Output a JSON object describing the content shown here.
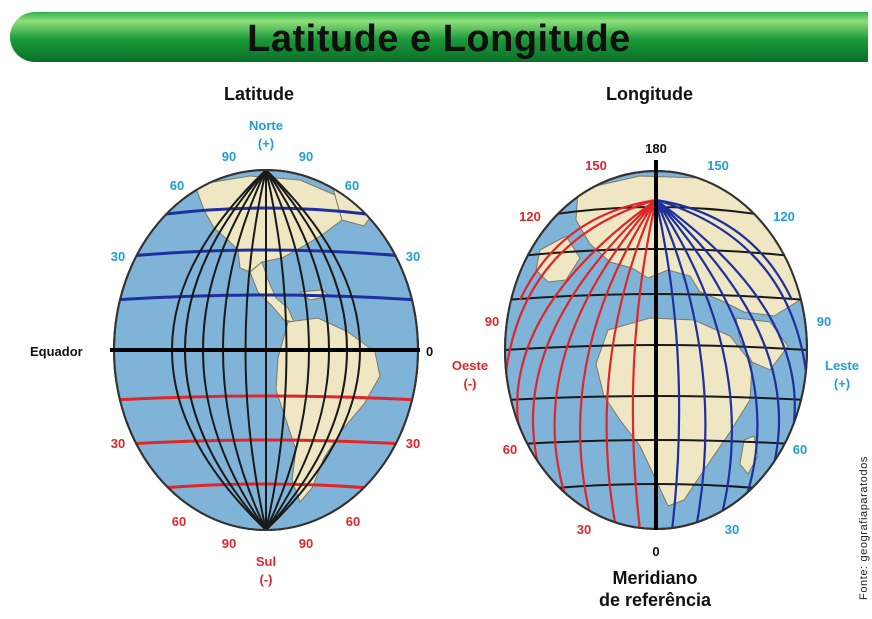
{
  "title": "Latitude e Longitude",
  "latitude": {
    "heading": "Latitude",
    "north_label": "Norte",
    "north_sign": "(+)",
    "south_label": "Sul",
    "south_sign": "(-)",
    "equator_label": "Equador",
    "equator_value": "0",
    "north_labels": [
      "90",
      "90",
      "60",
      "60",
      "30",
      "30"
    ],
    "south_labels": [
      "30",
      "30",
      "60",
      "60",
      "90",
      "90"
    ]
  },
  "longitude": {
    "heading": "Longitude",
    "top_value": "180",
    "bottom_value": "0",
    "west_label": "Oeste",
    "west_sign": "(-)",
    "east_label": "Leste",
    "east_sign": "(+)",
    "west_labels": [
      "150",
      "120",
      "90",
      "60",
      "30"
    ],
    "east_labels": [
      "150",
      "120",
      "90",
      "60",
      "30"
    ],
    "meridian_line1": "Meridiano",
    "meridian_line2": "de referência"
  },
  "credit": "Fonte: geografiaparatodos",
  "colors": {
    "north": "#1f9fd6",
    "south": "#e0262a",
    "ocean": "#7fb3d8",
    "land": "#efe6c3",
    "east_lines": "#1e2f9e",
    "west_lines": "#e0262a"
  }
}
